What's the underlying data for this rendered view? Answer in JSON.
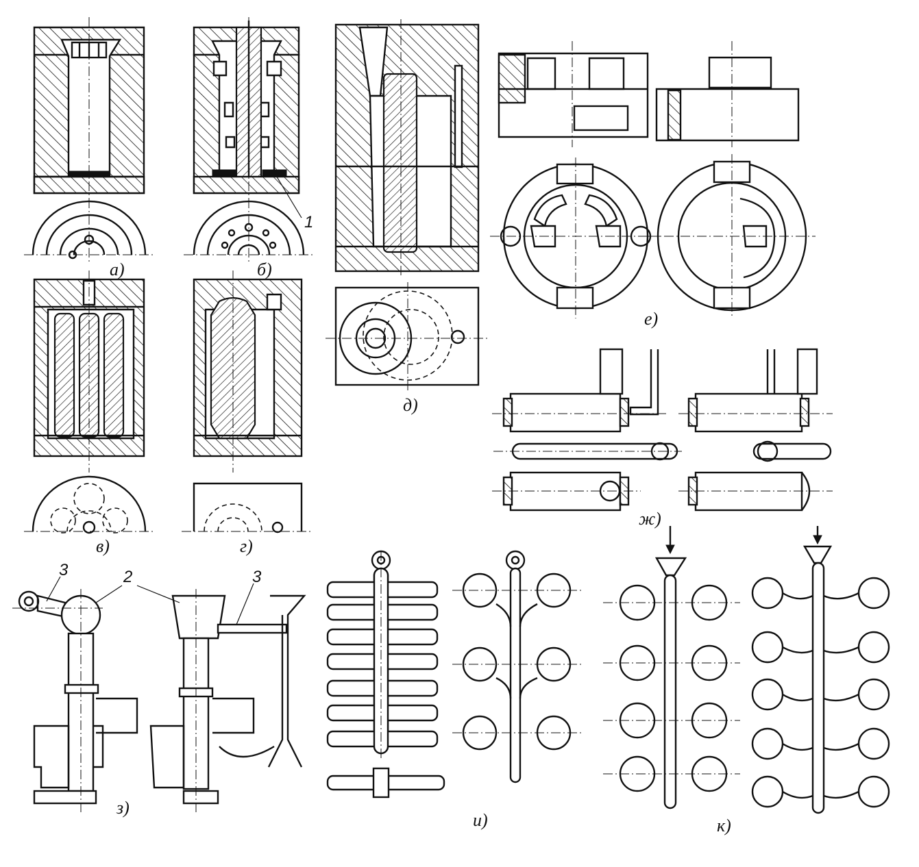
{
  "figure": {
    "panel_labels": {
      "a": "а)",
      "b": "б)",
      "v": "в)",
      "g": "г)",
      "d": "д)",
      "e": "е)",
      "zh": "ж)",
      "z": "з)",
      "i": "и)",
      "k": "к)"
    },
    "callouts": {
      "one": "1",
      "two": "2",
      "three_left": "3",
      "three_right": "3"
    }
  }
}
